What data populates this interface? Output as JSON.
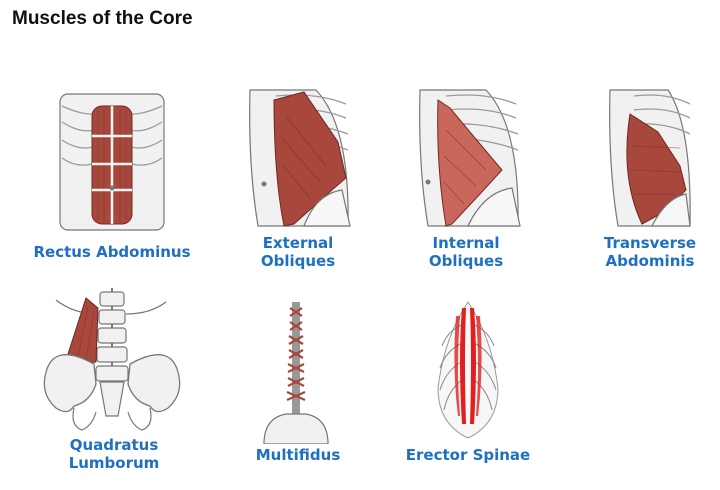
{
  "page": {
    "title": "Muscles of the Core"
  },
  "colors": {
    "caption": "#1f6fc2",
    "muscle": "#a8473c",
    "muscle_light": "#c9685a",
    "bone": "#f1f1f1",
    "outline": "#777777",
    "erector": "#e01f1f"
  },
  "items": [
    {
      "label_lines": [
        "Rectus Abdominus"
      ]
    },
    {
      "label_lines": [
        "External",
        "Obliques"
      ]
    },
    {
      "label_lines": [
        "Internal",
        "Obliques"
      ]
    },
    {
      "label_lines": [
        "Transverse",
        "Abdominis"
      ]
    },
    {
      "label_lines": [
        "Quadratus",
        "Lumborum"
      ]
    },
    {
      "label_lines": [
        "Multifidus"
      ]
    },
    {
      "label_lines": [
        "Erector Spinae"
      ]
    }
  ]
}
